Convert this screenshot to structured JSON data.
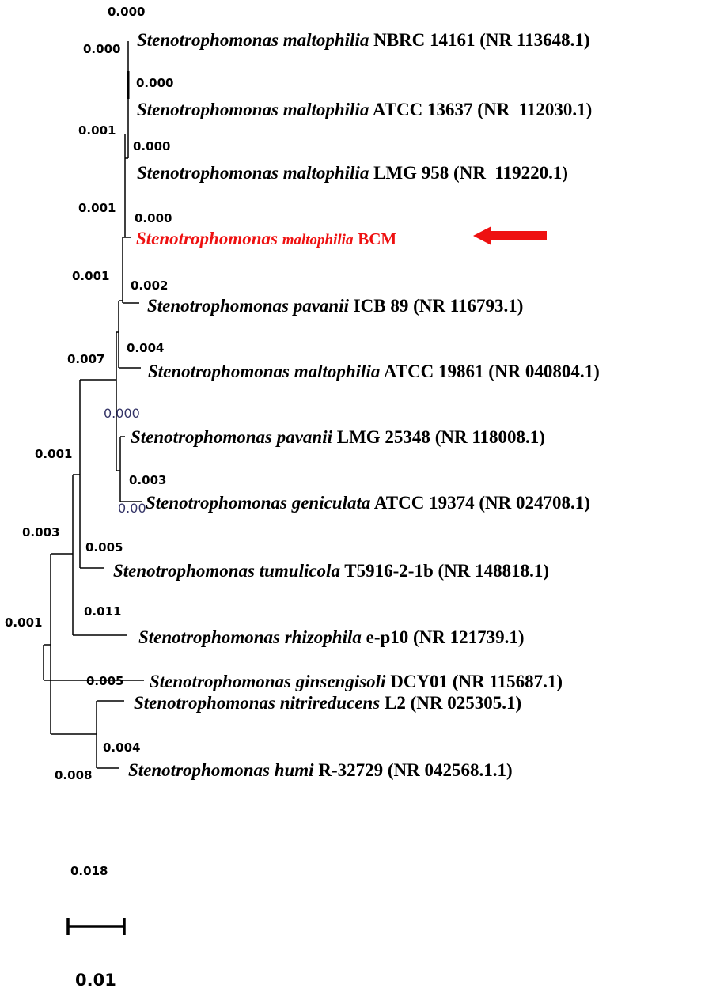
{
  "tree": {
    "taxa": [
      {
        "id": "t1",
        "genus": "Stenotrophomonas",
        "species": "maltophilia",
        "strain": "NBRC 14161",
        "accession": "(NR 113648.1)",
        "highlight": false
      },
      {
        "id": "t2",
        "genus": "Stenotrophomonas",
        "species": "maltophilia",
        "strain": "ATCC 13637",
        "accession": "(NR  112030.1)",
        "highlight": false
      },
      {
        "id": "t3",
        "genus": "Stenotrophomonas",
        "species": "maltophilia",
        "strain": "LMG 958",
        "accession": "(NR  119220.1)",
        "highlight": false
      },
      {
        "id": "t4",
        "genus": "Stenotrophomonas",
        "species": "maltophilia",
        "strain": "BCM",
        "accession": "",
        "highlight": true
      },
      {
        "id": "t5",
        "genus": "Stenotrophomonas",
        "species": "pavanii",
        "strain": "ICB 89",
        "accession": "(NR 116793.1)",
        "highlight": false
      },
      {
        "id": "t6",
        "genus": "Stenotrophomonas",
        "species": "maltophilia",
        "strain": "ATCC 19861",
        "accession": "(NR 040804.1)",
        "highlight": false
      },
      {
        "id": "t7",
        "genus": "Stenotrophomonas",
        "species": "pavanii",
        "strain": "LMG 25348",
        "accession": "(NR 118008.1)",
        "highlight": false
      },
      {
        "id": "t8",
        "genus": "Stenotrophomonas",
        "species": "geniculata",
        "strain": "ATCC 19374",
        "accession": "(NR 024708.1)",
        "highlight": false
      },
      {
        "id": "t9",
        "genus": "Stenotrophomonas",
        "species": "tumulicola",
        "strain": "T5916-2-1b",
        "accession": "(NR 148818.1)",
        "highlight": false
      },
      {
        "id": "t10",
        "genus": "Stenotrophomonas",
        "species": "rhizophila",
        "strain": "e-p10",
        "accession": "(NR 121739.1)",
        "highlight": false
      },
      {
        "id": "t11",
        "genus": "Stenotrophomonas",
        "species": "nitrireducens",
        "strain": "L2",
        "accession": "(NR 025305.1)",
        "highlight": false
      },
      {
        "id": "t12",
        "genus": "Stenotrophomonas",
        "species": "humi",
        "strain": "R-32729",
        "accession": "(NR 042568.1.1)",
        "highlight": false
      },
      {
        "id": "t13",
        "genus": "Stenotrophomonas",
        "species": "ginsengisoli",
        "strain": "DCY01",
        "accession": "(NR 115687.1)",
        "highlight": false
      }
    ],
    "branch_lengths": [
      {
        "id": "b1",
        "value": "0.000"
      },
      {
        "id": "b2",
        "value": "0.000"
      },
      {
        "id": "b3",
        "value": "0.000"
      },
      {
        "id": "b4",
        "value": "0.001"
      },
      {
        "id": "b5",
        "value": "0.000"
      },
      {
        "id": "b6",
        "value": "0.001"
      },
      {
        "id": "b7",
        "value": "0.000"
      },
      {
        "id": "b8",
        "value": "0.001"
      },
      {
        "id": "b9",
        "value": "0.002"
      },
      {
        "id": "b10",
        "value": "0.007"
      },
      {
        "id": "b11",
        "value": "0.004"
      },
      {
        "id": "b12",
        "value": "0.000"
      },
      {
        "id": "b13",
        "value": "0.001"
      },
      {
        "id": "b14",
        "value": "0.003"
      },
      {
        "id": "b15",
        "value": "0.00"
      },
      {
        "id": "b16",
        "value": "0.003"
      },
      {
        "id": "b17",
        "value": "0.005"
      },
      {
        "id": "b18",
        "value": "0.001"
      },
      {
        "id": "b19",
        "value": "0.011"
      },
      {
        "id": "b20",
        "value": "0.005"
      },
      {
        "id": "b21",
        "value": "0.004"
      },
      {
        "id": "b22",
        "value": "0.008"
      },
      {
        "id": "b23",
        "value": "0.018"
      }
    ],
    "scale_bar": {
      "label": "0.01"
    },
    "colors": {
      "highlight": "#ee1111",
      "arrow": "#ee1111",
      "branch": "#000000"
    }
  }
}
